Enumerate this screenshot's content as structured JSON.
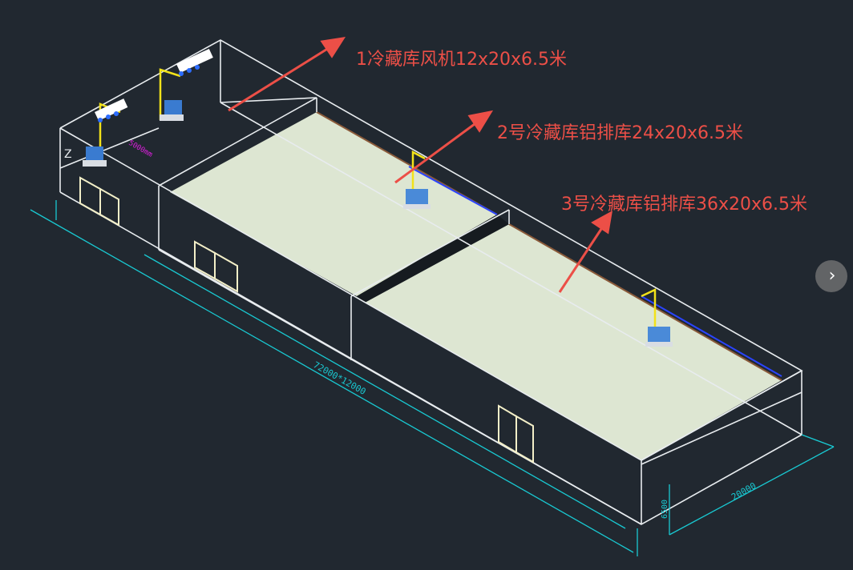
{
  "labels": {
    "room1": "1冷藏库风机12x20x6.5米",
    "room2": "2号冷藏库铝排库24x20x6.5米",
    "room3": "3号冷藏库铝排库36x20x6.5米"
  },
  "dimensions": {
    "total_length": "72000*12000",
    "width": "20000",
    "height": "6500",
    "note": "5000mm"
  },
  "axis_marker": "Z",
  "nav": {
    "next_glyph": "›"
  },
  "colors": {
    "background": "#212830",
    "wireframe": "#e8ecef",
    "floor": "#dde6d2",
    "dimension": "#19c9d2",
    "callout": "#ec4f47",
    "pipe": "#f2e21a",
    "magenta": "#e01ee0"
  }
}
